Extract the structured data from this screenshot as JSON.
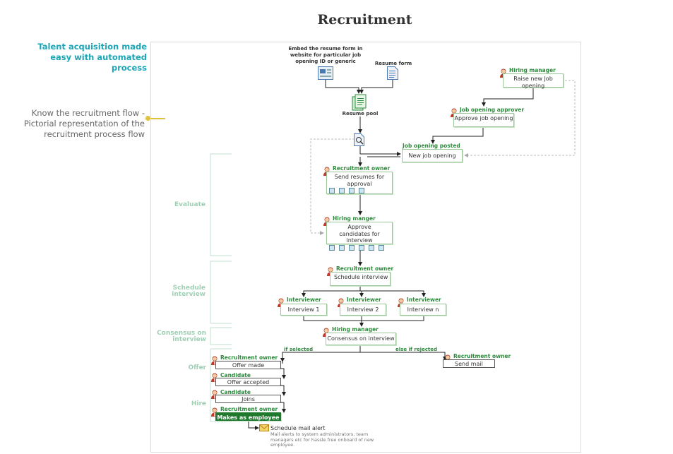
{
  "title": "Recruitment",
  "sidebar": {
    "headline": "Talent acquisition made easy with automated process",
    "note": "Know the recruitment flow - Pictorial representation of the recruitment process flow"
  },
  "stages": {
    "evaluate": "Evaluate",
    "schedule": "Schedule interview",
    "consensus": "Consensus on interview",
    "offer": "Offer",
    "hire": "Hire"
  },
  "sources": {
    "embed": "Embed the resume form in website for particular job opening ID or generic",
    "resume_form": "Resume form",
    "resume_pool": "Resume pool"
  },
  "nodes": {
    "raise": {
      "role": "Hiring manager",
      "text": "Raise new Job opening"
    },
    "approve_job": {
      "role": "Job opening approver",
      "text": "Approve job opening"
    },
    "posted": {
      "role": "Job opening posted",
      "text": "New job opening"
    },
    "send_resumes": {
      "role": "Recruitment owner",
      "text": "Send resumes for approval"
    },
    "approve_candidates": {
      "role": "Hiring manger",
      "text": "Approve candidates for interview"
    },
    "schedule": {
      "role": "Recruitment owner",
      "text": "Schedule interview"
    },
    "int1": {
      "role": "Interviewer",
      "text": "Interview 1"
    },
    "int2": {
      "role": "Interviewer",
      "text": "Interview 2"
    },
    "intn": {
      "role": "Interviewer",
      "text": "Interview n"
    },
    "consensus": {
      "role": "Hiring manager",
      "text": "Consensus on interview"
    },
    "offer_made": {
      "role": "Recruitment owner",
      "text": "Offer made"
    },
    "offer_accepted": {
      "role": "Candidate",
      "text": "Offer accepted"
    },
    "joins": {
      "role": "Candidate",
      "text": "Joins"
    },
    "employee": {
      "role": "Recruitment owner",
      "text": "Makes as employee"
    },
    "send_mail": {
      "role": "Recruitment owner",
      "text": "Send mail"
    }
  },
  "branches": {
    "selected": "if selected",
    "rejected": "else if rejected"
  },
  "mail_alert": {
    "title": "Schedule mail alert",
    "desc": "Mail alerts to system administrators, team managers etc for hassle free onboard of new employee."
  },
  "colors": {
    "accent": "#1aa6b7",
    "role": "#2e8b3e",
    "stage": "#9fd0b4",
    "employee_box": "#1f7a2e"
  }
}
